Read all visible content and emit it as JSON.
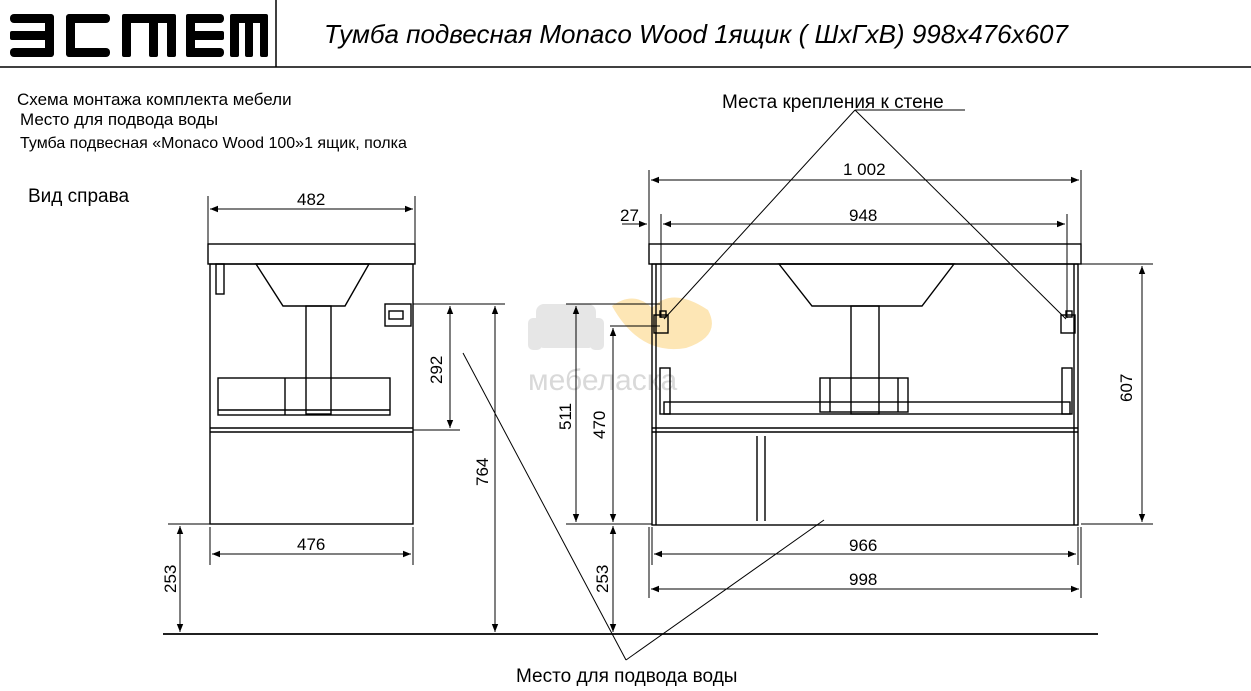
{
  "header": {
    "logo_text": "ЭСМЕМ",
    "title": "Тумба подвесная Monaco Wood 1ящик ( ШхГхВ) 998х476х607"
  },
  "notes": {
    "scheme": "Схема монтажа комплекта мебели",
    "water": "Место для подвода воды",
    "product": "Тумба подвесная «Monaco Wood 100»1 ящик, полка",
    "side_view": "Вид справа",
    "wall_mounts": "Места крепления к стене",
    "water_bottom": "Место для подвода воды"
  },
  "watermark": "мебеласка",
  "dimensions": {
    "side_width_top": "482",
    "side_width_bottom": "476",
    "side_pipe_height": "292",
    "side_total_height": "764",
    "side_floor_gap": "253",
    "front_total_width": "1 002",
    "front_offset": "27",
    "front_mount_span": "948",
    "front_inner_width": "966",
    "front_outer_width": "998",
    "front_cabinet_height": "607",
    "front_mount_height": "511",
    "front_pipe_height": "470",
    "front_floor_gap": "253"
  }
}
